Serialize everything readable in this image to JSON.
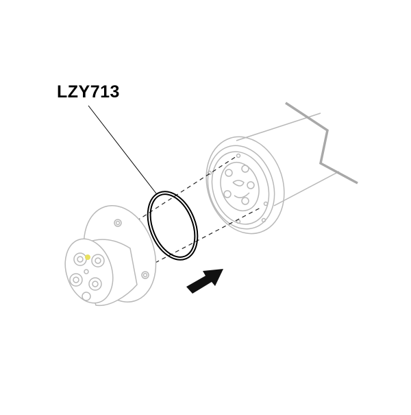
{
  "diagram": {
    "title": "Exploded view — O-ring installation",
    "part_label": "LZY713",
    "parts": [
      {
        "id": "lamp-head",
        "description": "Cylindrical connector head with flange (left)"
      },
      {
        "id": "o-ring",
        "description": "O-ring seal, part LZY713"
      },
      {
        "id": "socket-housing",
        "description": "Socket housing on tube with break line (right)"
      }
    ],
    "colors": {
      "outline": "#b4b4b4",
      "ring": "#000000",
      "arrow": "#111111",
      "leader": "#000000",
      "highlight": "#e8e060",
      "break_line": "#a8a8a8"
    }
  }
}
